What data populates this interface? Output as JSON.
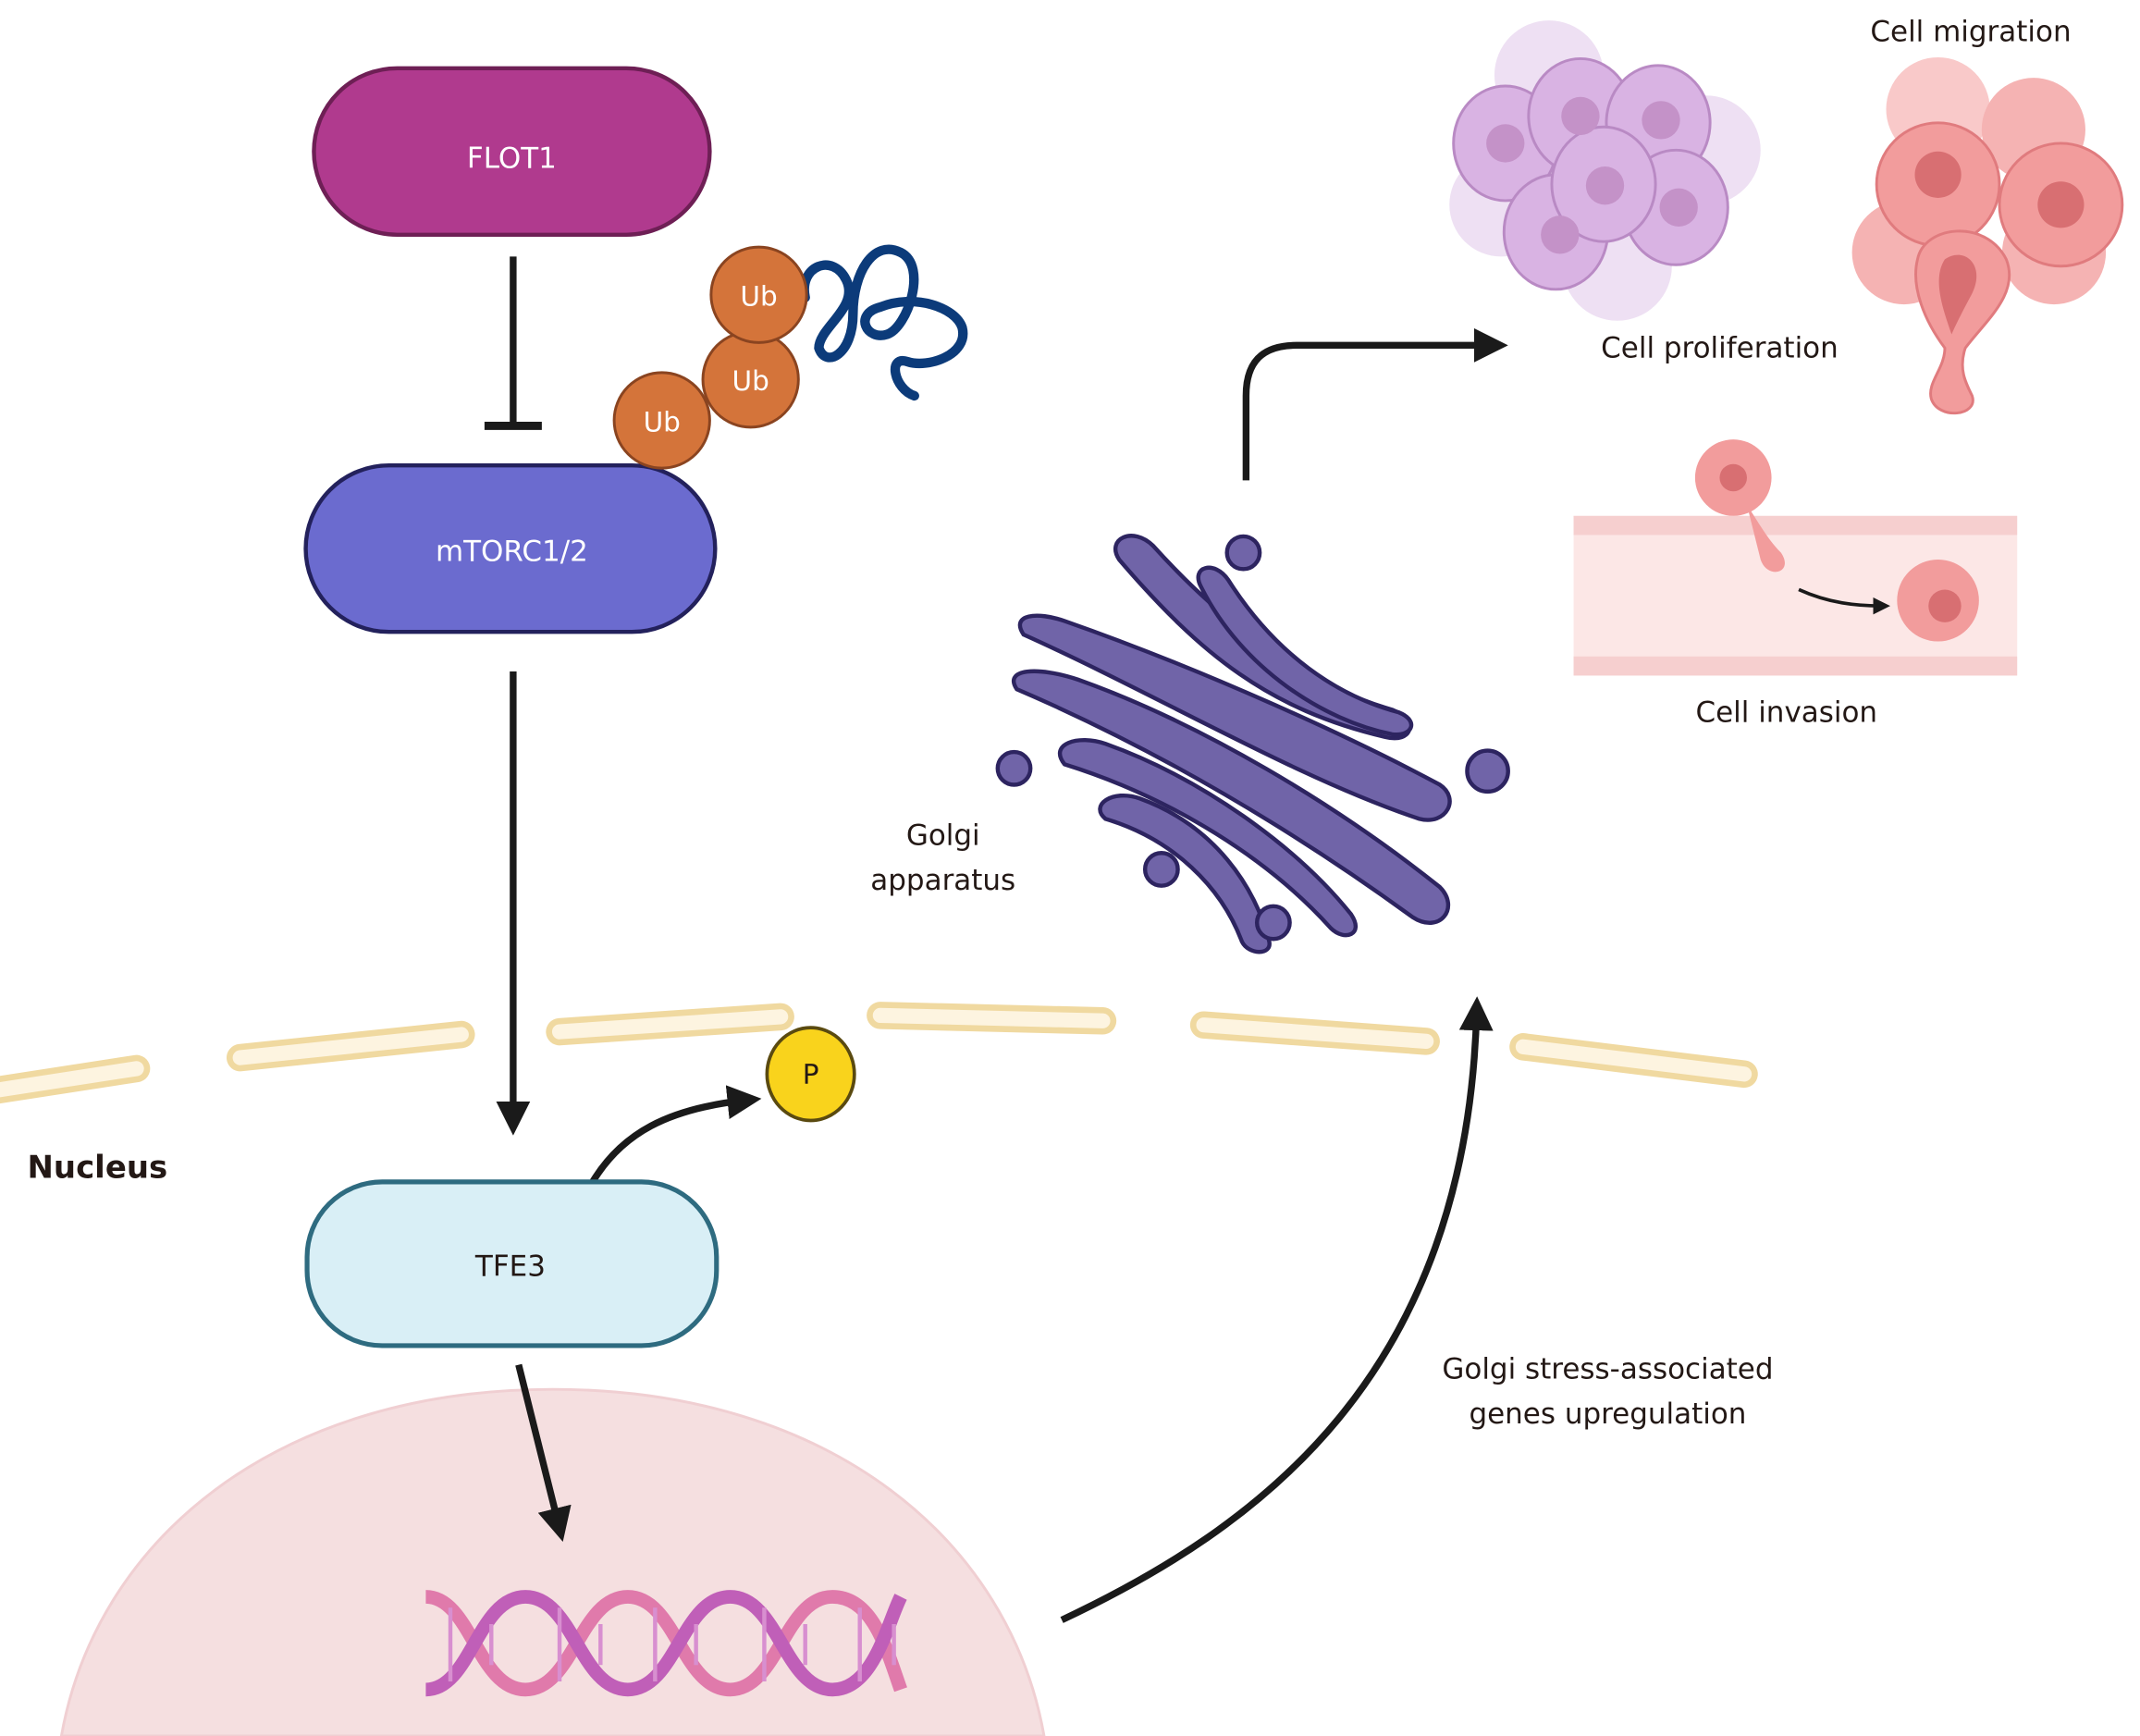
{
  "nodes": {
    "flot1": {
      "label": "FLOT1",
      "fill": "#b03a8e",
      "stroke": "#6e1f55"
    },
    "mtorc": {
      "label": "mTORC1/2",
      "fill": "#6b6bcf",
      "stroke": "#23215c"
    },
    "tfe3": {
      "label": "TFE3",
      "fill": "#d9eff6",
      "stroke": "#2e6b80"
    },
    "phospho": {
      "label": "P",
      "fill": "#f9d31c",
      "stroke": "#5a4a10"
    }
  },
  "ubiquitin": {
    "labels": [
      "Ub",
      "Ub",
      "Ub"
    ],
    "fill": "#d4743a",
    "stroke": "#8a4420",
    "chain_color": "#0c3b7a"
  },
  "labels": {
    "nucleus": "Nucleus",
    "golgi_line1": "Golgi",
    "golgi_line2": "apparatus",
    "cell_proliferation": "Cell proliferation",
    "cell_migration": "Cell migration",
    "cell_invasion": "Cell invasion",
    "golgi_stress_line1": "Golgi stress-associated",
    "golgi_stress_line2": "genes upregulation"
  },
  "colors": {
    "membrane_fill": "#fdf4e0",
    "membrane_stroke": "#f0d9a0",
    "nucleus_fill": "#f5dfe0",
    "golgi_fill": "#7064a8",
    "golgi_stroke": "#2d2460",
    "prolif_cell": "#d9b3e3",
    "migration_cell": "#f29c9c",
    "dna_strand_a": "#c05fb8",
    "dna_strand_b": "#e07aab",
    "arrow": "#1a1a1a"
  }
}
